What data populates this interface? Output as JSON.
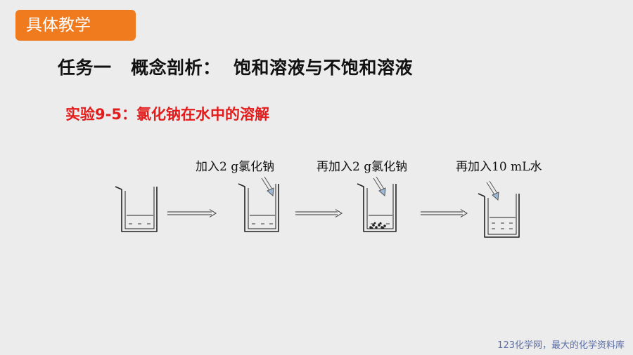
{
  "header": {
    "section_tag": "具体教学"
  },
  "task_title": "任务一   概念剖析：  饱和溶液与不饱和溶液",
  "experiment_title": "实验9-5：氯化钠在水中的溶解",
  "steps": [
    {
      "label": "加入2 g氯化钠"
    },
    {
      "label": "再加入2 g氯化钠"
    },
    {
      "label": "再加入10 mL水"
    }
  ],
  "footer": {
    "watermark": "123化学网，最大的化学资料库"
  },
  "colors": {
    "tag_bg": "#f07a1e",
    "experiment_title": "#e41b1b",
    "background": "#ececec",
    "watermark": "#5b6fa8"
  }
}
